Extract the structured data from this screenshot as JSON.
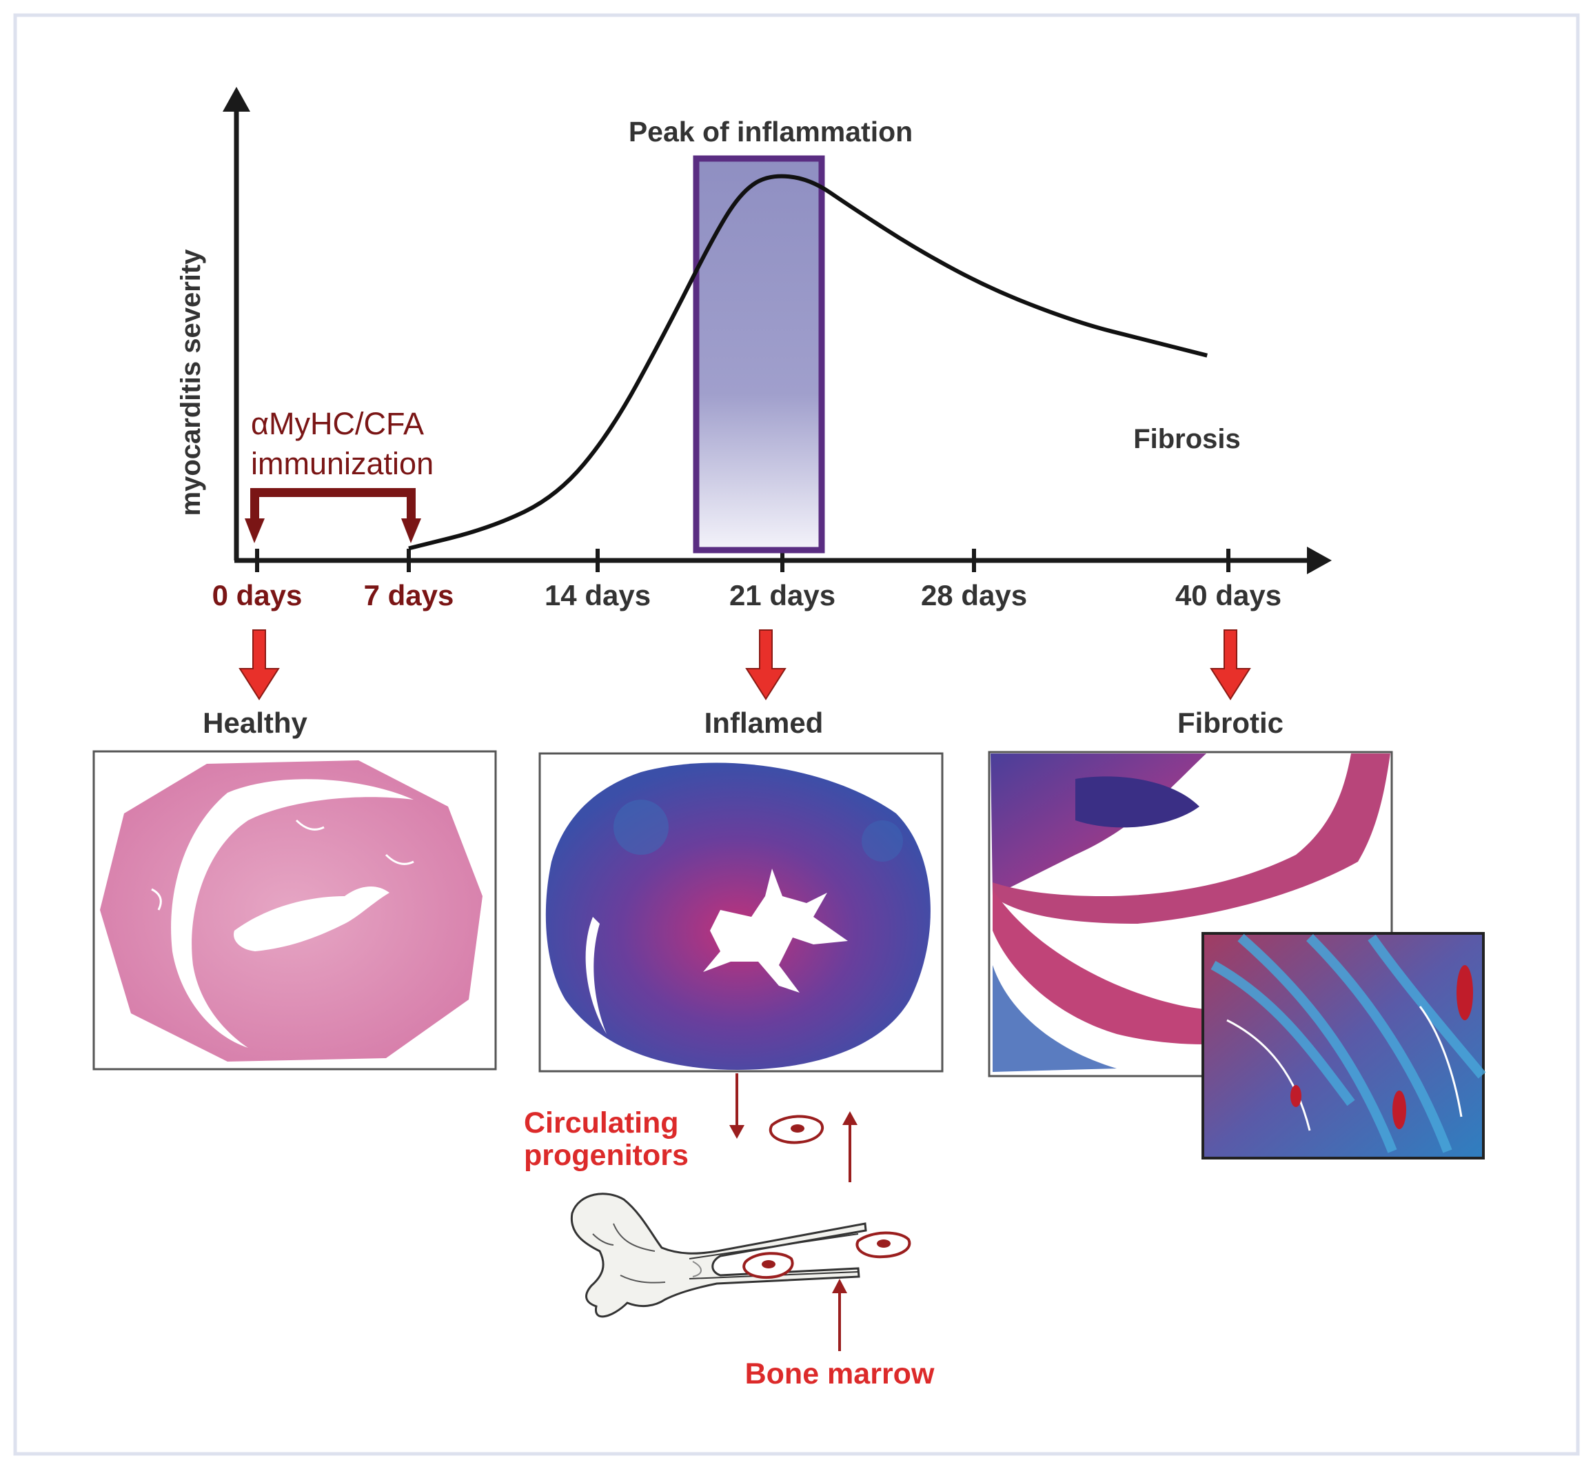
{
  "y_axis_label": "myocarditis severity",
  "peak_label": "Peak of inflammation",
  "fibrosis_label": "Fibrosis",
  "immunization": {
    "line1": "αMyHC/CFA",
    "line2": "immunization"
  },
  "timeline_days": [
    {
      "label": "0 days",
      "day": 0,
      "color": "#7a1515"
    },
    {
      "label": "7 days",
      "day": 7,
      "color": "#7a1515"
    },
    {
      "label": "14 days",
      "day": 14,
      "color": "#333333"
    },
    {
      "label": "21 days",
      "day": 21,
      "color": "#333333"
    },
    {
      "label": "28 days",
      "day": 28,
      "color": "#333333"
    },
    {
      "label": "40 days",
      "day": 40,
      "color": "#333333"
    }
  ],
  "stages": [
    {
      "label": "Healthy",
      "day": 0
    },
    {
      "label": "Inflamed",
      "day": 21
    },
    {
      "label": "Fibrotic",
      "day": 40
    }
  ],
  "severity_curve": [
    {
      "day": 7,
      "severity": 0.03
    },
    {
      "day": 10,
      "severity": 0.08
    },
    {
      "day": 12.5,
      "severity": 0.16
    },
    {
      "day": 14.5,
      "severity": 0.32
    },
    {
      "day": 16.5,
      "severity": 0.56
    },
    {
      "day": 18.5,
      "severity": 0.82
    },
    {
      "day": 19.5,
      "severity": 0.92
    },
    {
      "day": 20.5,
      "severity": 0.96
    },
    {
      "day": 22,
      "severity": 0.95
    },
    {
      "day": 23.5,
      "severity": 0.88
    },
    {
      "day": 26,
      "severity": 0.77
    },
    {
      "day": 29,
      "severity": 0.67
    },
    {
      "day": 33,
      "severity": 0.59
    },
    {
      "day": 36,
      "severity": 0.55
    },
    {
      "day": 39,
      "severity": 0.51
    }
  ],
  "progenitors_label": [
    "Circulating",
    "progenitors"
  ],
  "bone_marrow_label": "Bone marrow",
  "colors": {
    "axis": "#1a1a1a",
    "dark_red": "#7a1515",
    "bright_red": "#dc2a2a",
    "arrow_red": "#e8302a",
    "peak_box_border": "#5a2d82",
    "peak_box_fill": "#8d8dc0",
    "frame": "#dde1ee"
  },
  "icons": [
    "down-arrow-icon",
    "up-arrow-icon",
    "cell-icon",
    "bone-icon"
  ]
}
